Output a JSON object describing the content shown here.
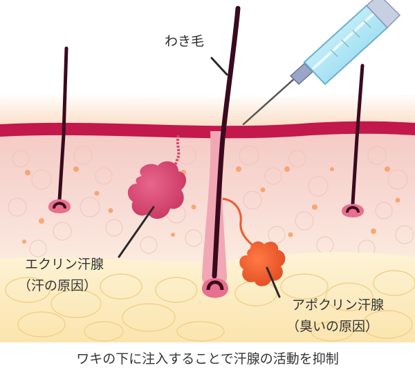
{
  "labels": {
    "armpit_hair": "わき毛",
    "eccrine_name": "エクリン汗腺",
    "eccrine_note": "（汗の原因）",
    "apocrine_name": "アポクリン汗腺",
    "apocrine_note": "（臭いの原因）"
  },
  "caption": "ワキの下に注入することで汗腺の活動を抑制",
  "colors": {
    "skin_surface": "#f7c9a6",
    "dermis": "#f6d7cf",
    "epidermis_line": "#c2184b",
    "fat_layer": "#fbe8b8",
    "hair": "#3a0a1e",
    "eccrine_gland": "#d8456d",
    "apocrine_gland": "#ef5a2e",
    "syringe_barrel": "#9fe3f5"
  },
  "icons": {
    "syringe": "syringe-icon"
  }
}
